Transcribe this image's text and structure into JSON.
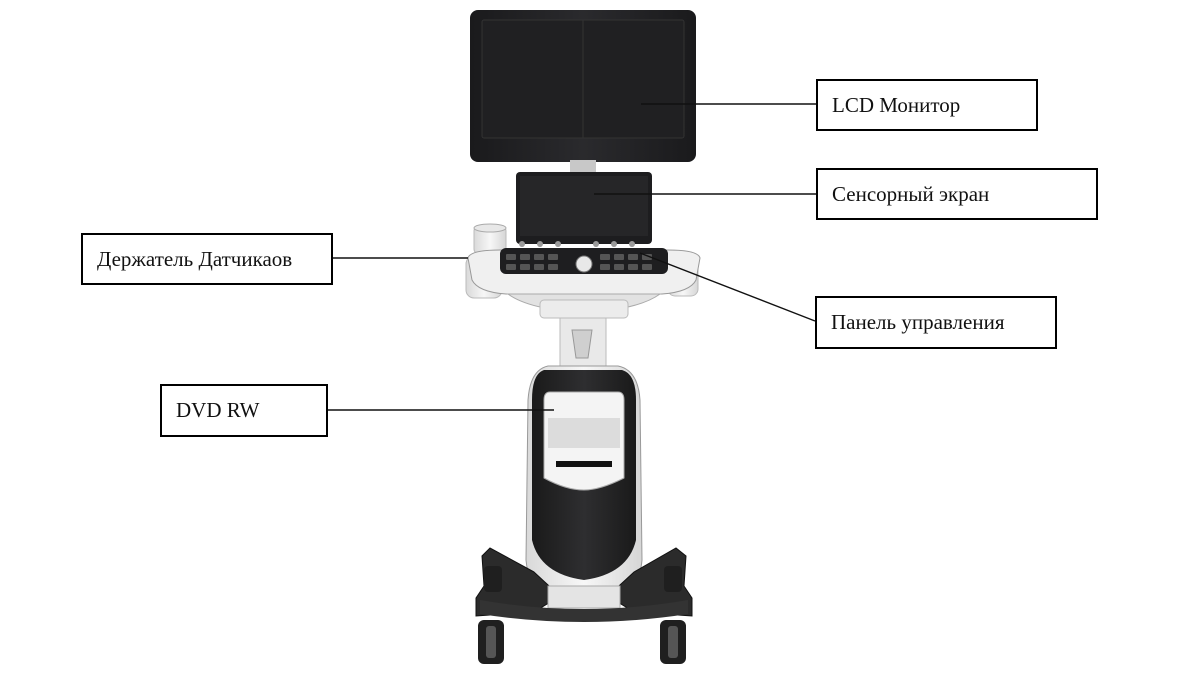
{
  "labels": {
    "lcd_monitor": "LCD Монитор",
    "touch_screen": "Сенсорный экран",
    "probe_holder": "Держатель Датчикаов",
    "control_panel": "Панель управления",
    "dvd": "DVD RW"
  },
  "colors": {
    "device_black": "#1c1c1e",
    "device_white": "#f2f2f2",
    "background": "#ffffff"
  }
}
